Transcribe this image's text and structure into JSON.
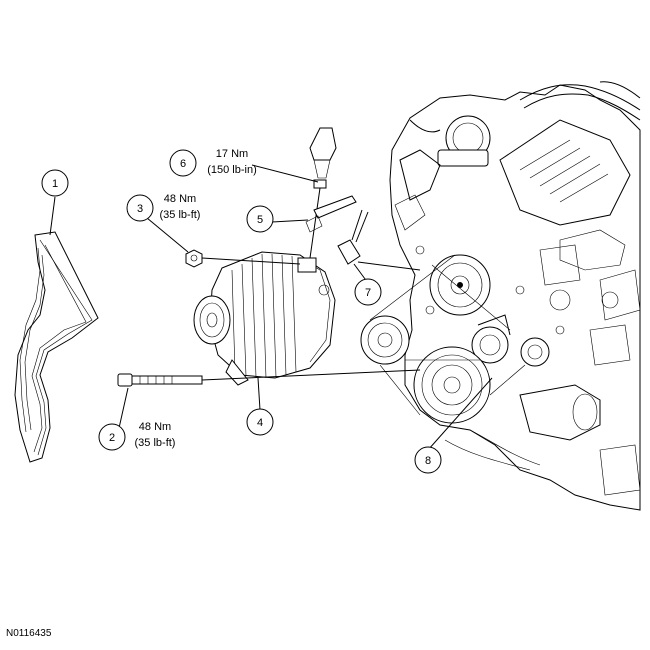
{
  "figure_id": "N0116435",
  "callouts": [
    {
      "number": "1"
    },
    {
      "number": "2",
      "spec_line1": "48 Nm",
      "spec_line2": "(35 lb-ft)"
    },
    {
      "number": "3",
      "spec_line1": "48 Nm",
      "spec_line2": "(35 lb-ft)"
    },
    {
      "number": "4"
    },
    {
      "number": "5"
    },
    {
      "number": "6",
      "spec_line1": "17 Nm",
      "spec_line2": "(150 lb-in)"
    },
    {
      "number": "7"
    },
    {
      "number": "8"
    }
  ]
}
